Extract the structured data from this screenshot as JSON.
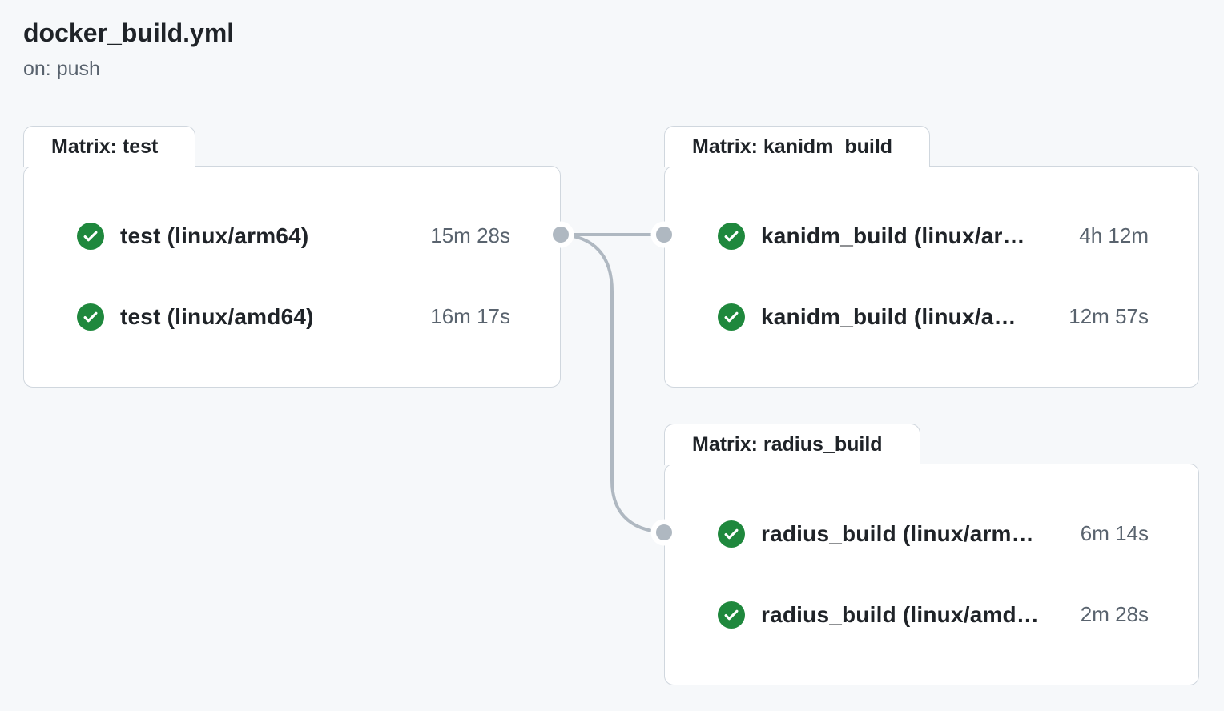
{
  "header": {
    "title": "docker_build.yml",
    "trigger": "on: push"
  },
  "colors": {
    "background": "#f6f8fa",
    "card_background": "#ffffff",
    "card_border": "#d0d7de",
    "edge_gray": "#afb8c1",
    "success_green": "#1f883d",
    "text_primary": "#1f2328",
    "text_secondary": "#59636e"
  },
  "groups": [
    {
      "label": "Matrix: test",
      "jobs": [
        {
          "icon": "check-circle-icon",
          "status": "success",
          "name": "test (linux/arm64)",
          "duration": "15m 28s"
        },
        {
          "icon": "check-circle-icon",
          "status": "success",
          "name": "test (linux/amd64)",
          "duration": "16m 17s"
        }
      ]
    },
    {
      "label": "Matrix: kanidm_build",
      "jobs": [
        {
          "icon": "check-circle-icon",
          "status": "success",
          "name": "kanidm_build (linux/ar…",
          "duration": "4h 12m"
        },
        {
          "icon": "check-circle-icon",
          "status": "success",
          "name": "kanidm_build (linux/a…",
          "duration": "12m 57s"
        }
      ]
    },
    {
      "label": "Matrix: radius_build",
      "jobs": [
        {
          "icon": "check-circle-icon",
          "status": "success",
          "name": "radius_build (linux/arm…",
          "duration": "6m 14s"
        },
        {
          "icon": "check-circle-icon",
          "status": "success",
          "name": "radius_build (linux/amd…",
          "duration": "2m 28s"
        }
      ]
    }
  ]
}
